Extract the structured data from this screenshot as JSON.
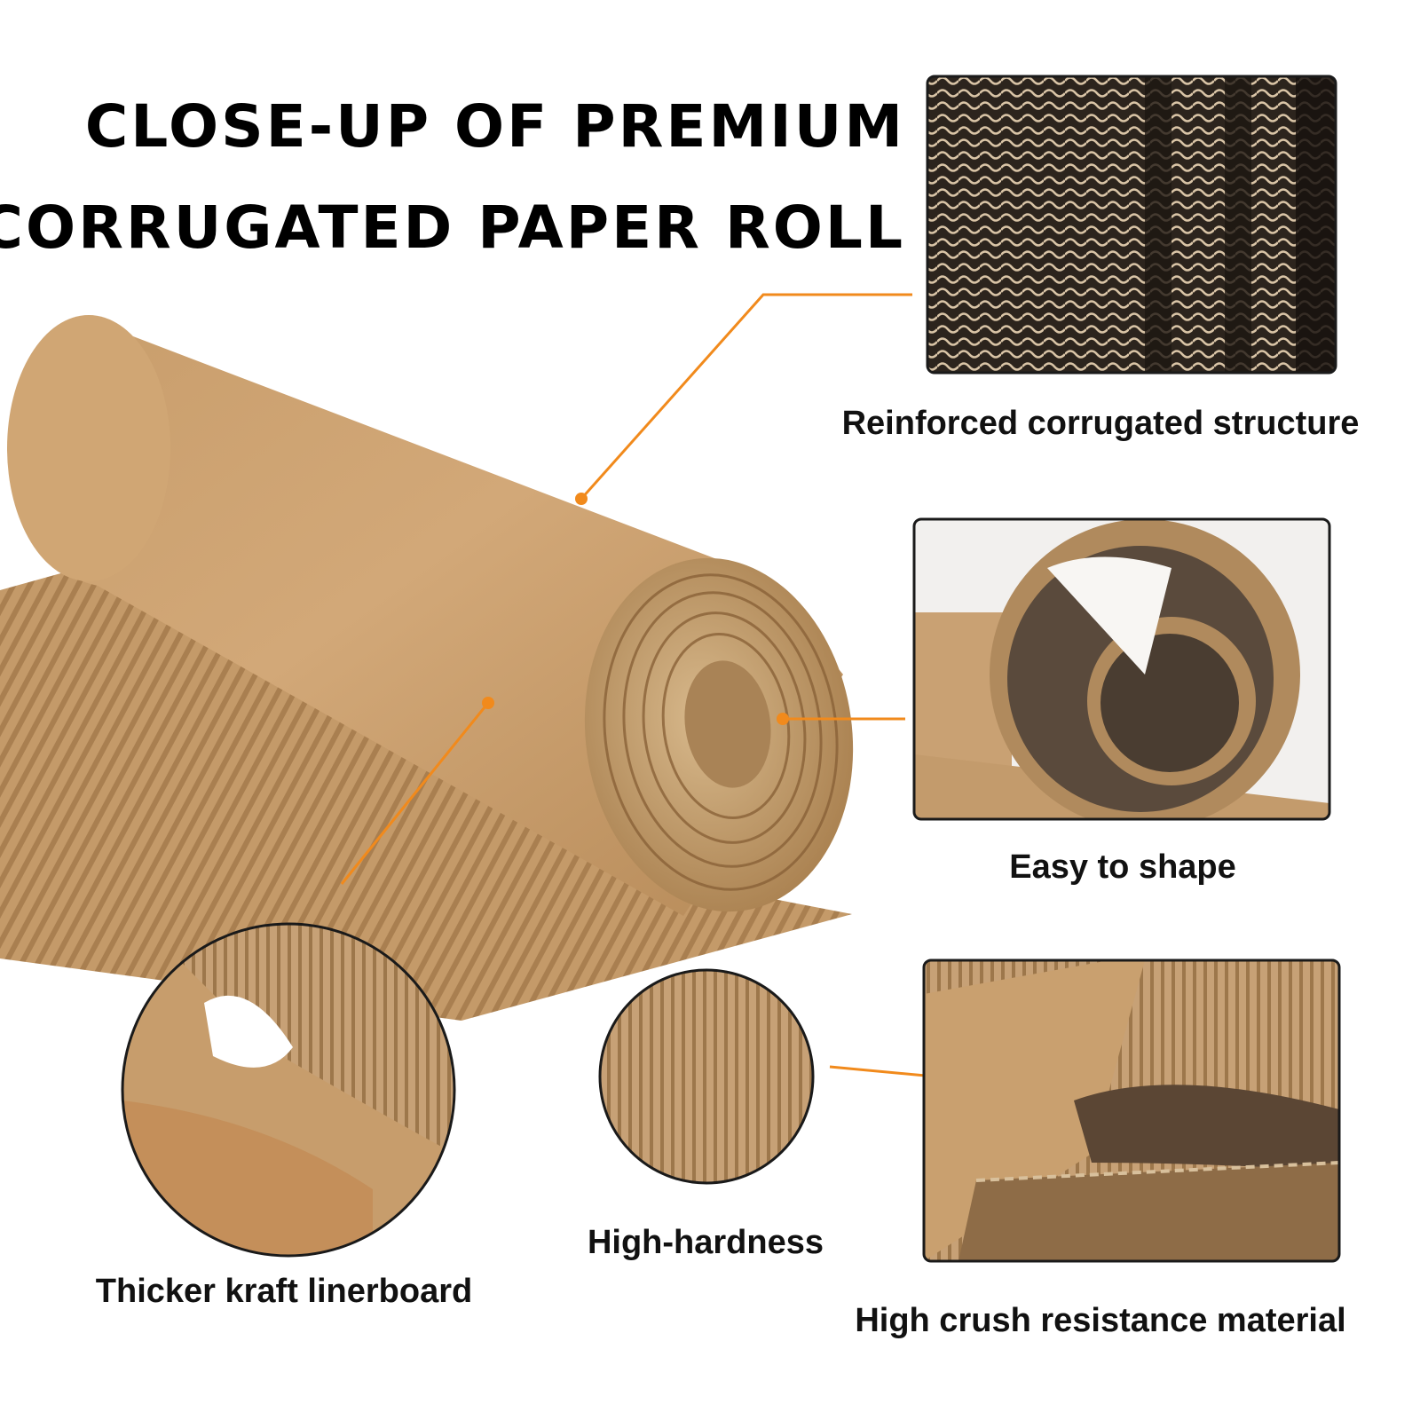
{
  "title": {
    "line1": "CLOSE-UP OF PREMIUM",
    "line2": "CORRUGATED PAPER ROLL"
  },
  "features": {
    "structure": "Reinforced corrugated structure",
    "shape": "Easy to shape",
    "crush": "High crush resistance material",
    "hardness": "High-hardness",
    "linerboard": "Thicker kraft linerboard"
  },
  "colors": {
    "kraft": "#c9a170",
    "kraft_dark": "#8f6a40",
    "callout": "#f18a1c",
    "frame": "#1a1a1a"
  }
}
